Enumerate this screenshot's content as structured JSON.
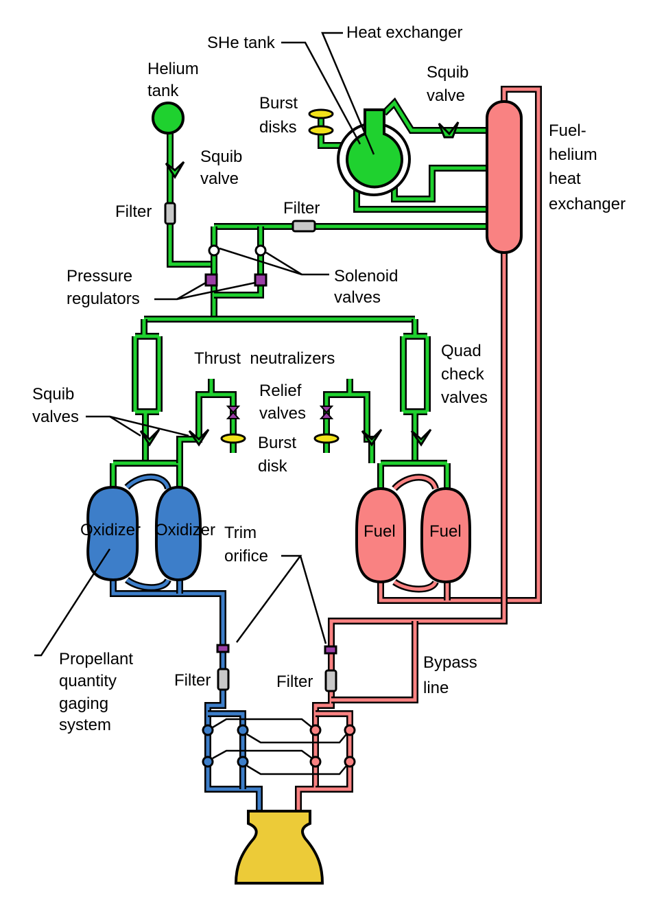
{
  "colors": {
    "helium": "#1fd12f",
    "oxidizer": "#3d7ec9",
    "fuel": "#f98282",
    "engine": "#eccb38",
    "regulator": "#9b3fa6",
    "filter": "#c8c8c8",
    "burst_disk": "#f2e21a"
  },
  "labels": {
    "she_tank": "SHe tank",
    "heat_exchanger": "Heat exchanger",
    "helium_tank": [
      "Helium",
      "tank"
    ],
    "squib_valve_top": [
      "Squib",
      "valve"
    ],
    "burst_disks": [
      "Burst",
      "disks"
    ],
    "squib_valve_left": [
      "Squib",
      "valve"
    ],
    "fuel_helium_hx": [
      "Fuel-",
      "helium",
      "heat",
      "exchanger"
    ],
    "filter_left": "Filter",
    "filter_mid": "Filter",
    "pressure_regulators": [
      "Pressure",
      "regulators"
    ],
    "solenoid_valves": [
      "Solenoid",
      "valves"
    ],
    "thrust_neutralizers": "Thrust  neutralizers",
    "quad_check_valves": [
      "Quad",
      "check",
      "valves"
    ],
    "squib_valves": [
      "Squib",
      "valves"
    ],
    "relief_valves": [
      "Relief",
      "valves"
    ],
    "burst_disk": [
      "Burst",
      "disk"
    ],
    "oxidizer_1": "Oxidizer",
    "oxidizer_2": "Oxidizer",
    "trim_orifice": [
      "Trim",
      "orifice"
    ],
    "fuel_1": "Fuel",
    "fuel_2": "Fuel",
    "propellant_gaging": [
      "Propellant",
      "quantity",
      "gaging",
      "system"
    ],
    "filter_ox": "Filter",
    "filter_fuel": "Filter",
    "bypass_line": [
      "Bypass",
      "line"
    ]
  }
}
